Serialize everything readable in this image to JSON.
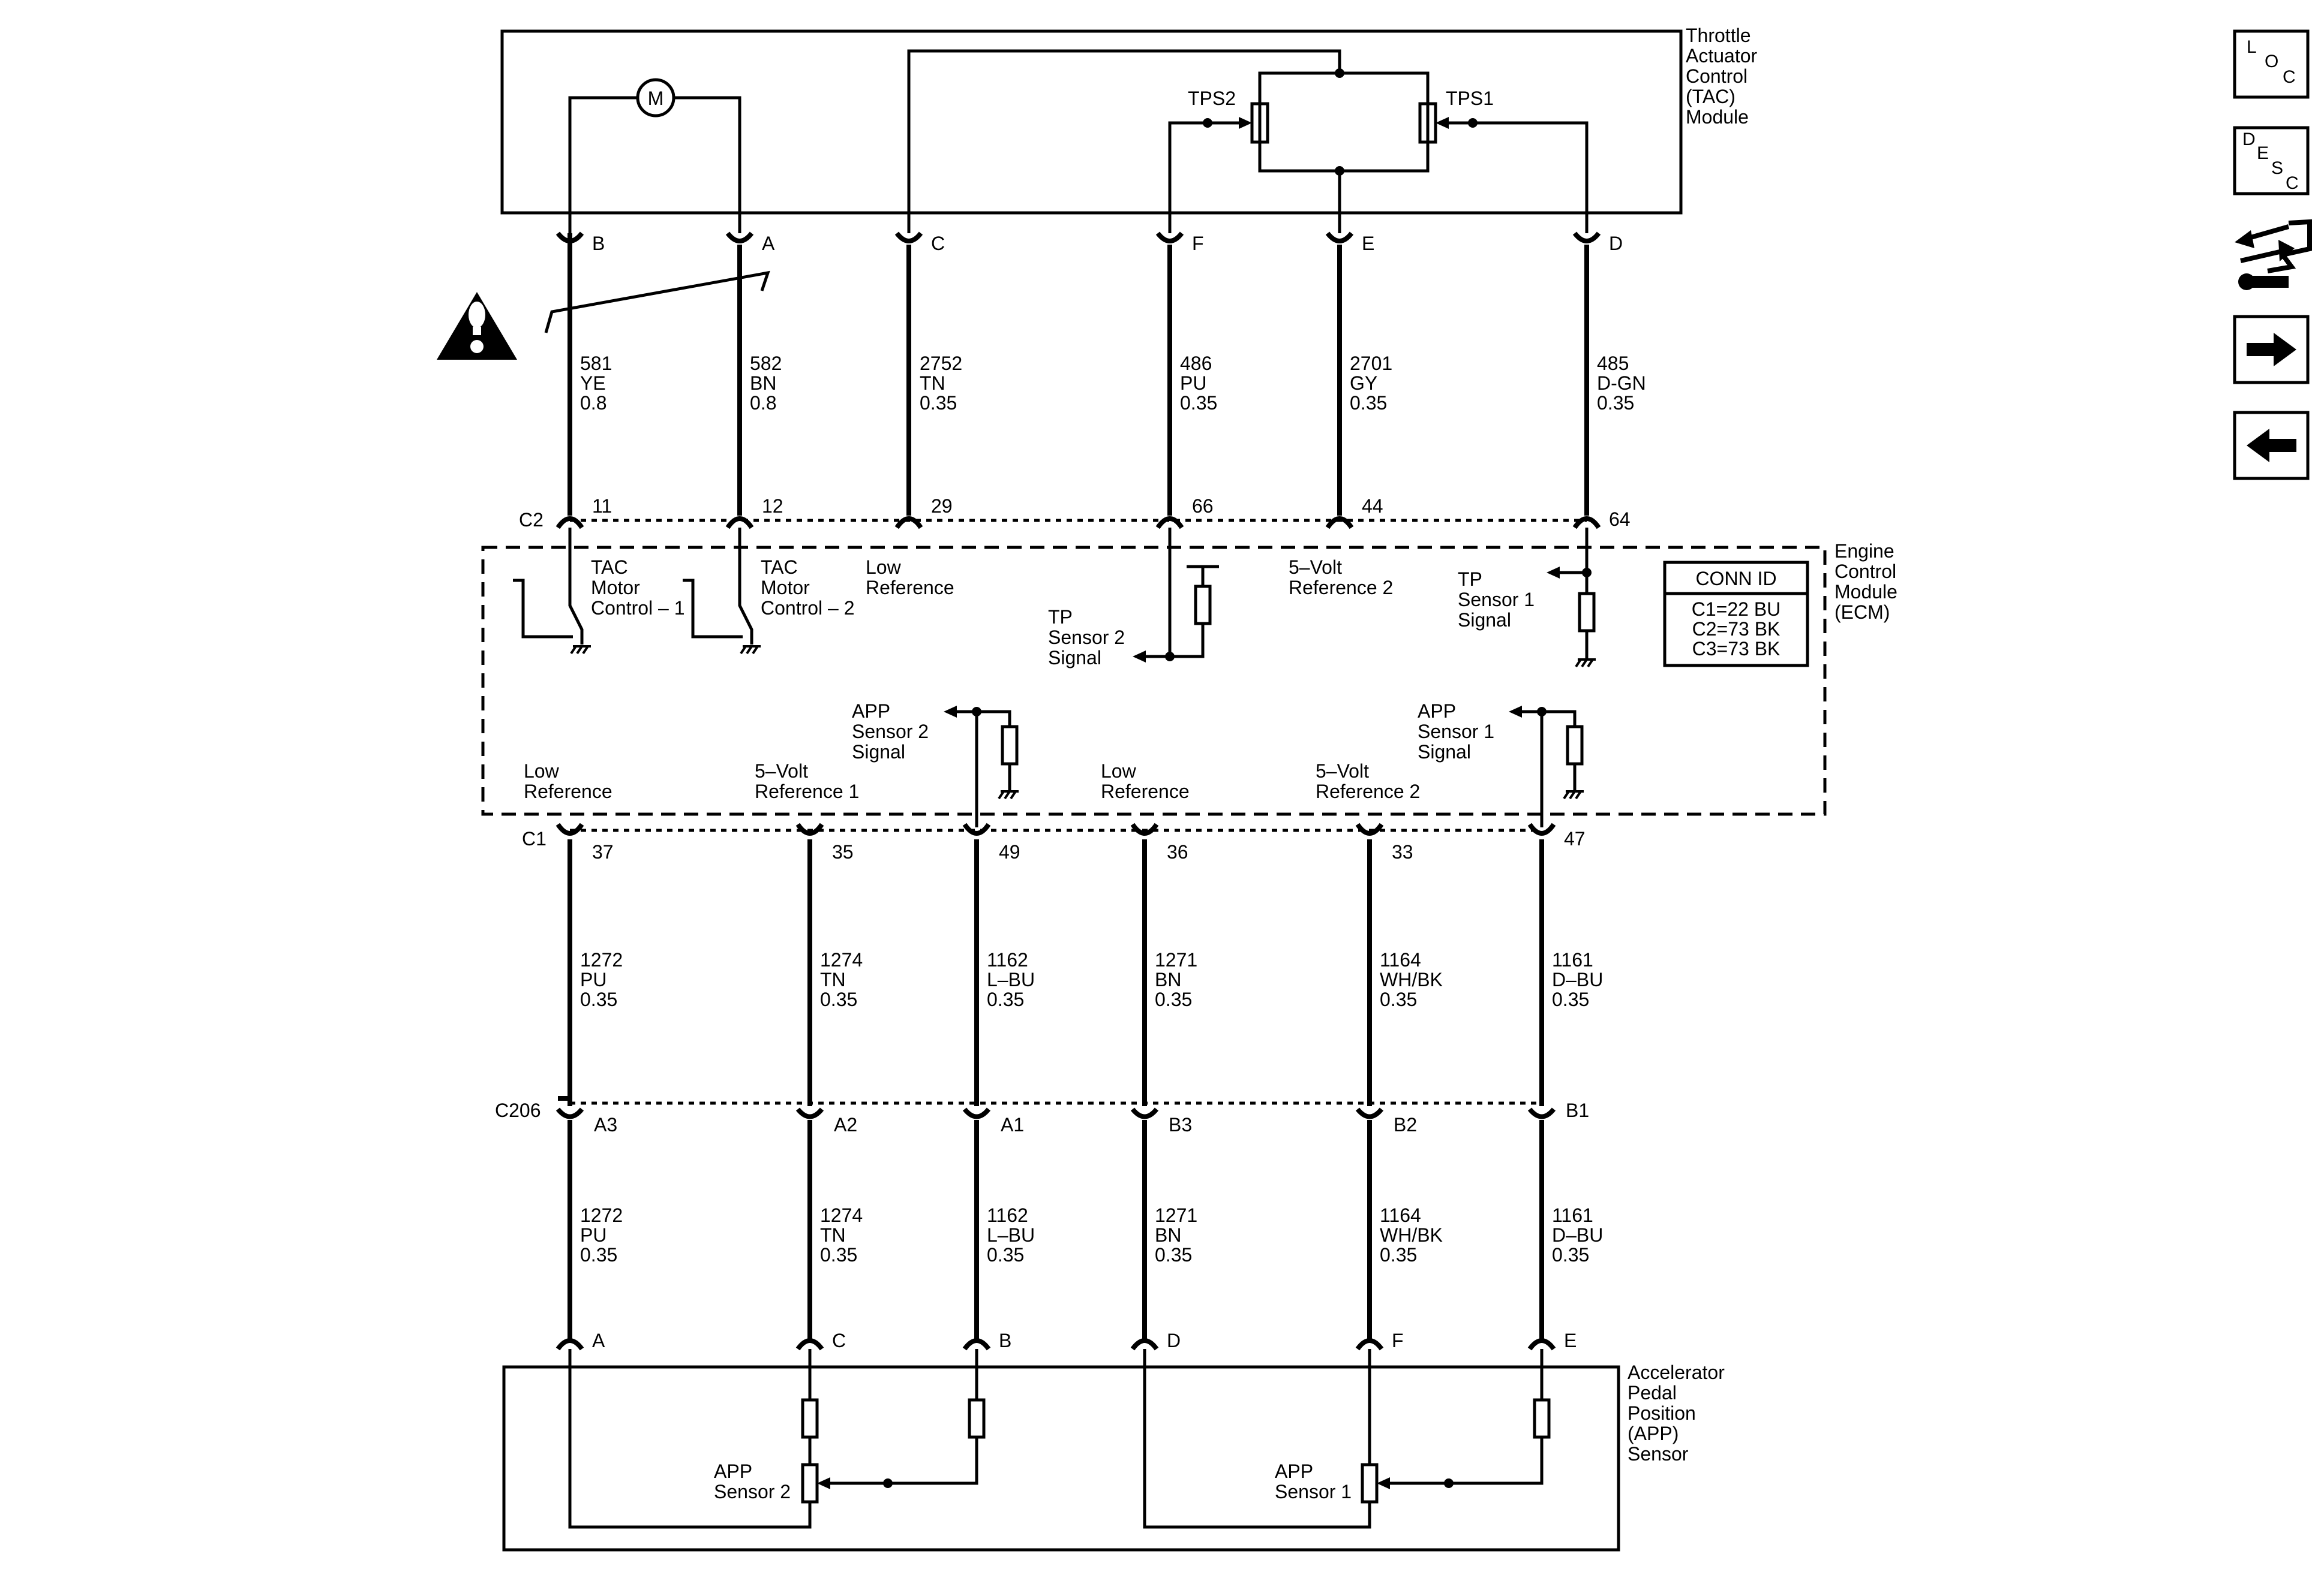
{
  "modules": {
    "tac": [
      "Throttle",
      "Actuator",
      "Control",
      "(TAC)",
      "Module"
    ],
    "ecm": [
      "Engine",
      "Control",
      "Module",
      "(ECM)"
    ],
    "app": [
      "Accelerator",
      "Pedal",
      "Position",
      "(APP)",
      "Sensor"
    ]
  },
  "conn_id": {
    "title": "CONN ID",
    "rows": [
      "C1=22 BU",
      "C2=73 BK",
      "C3=73 BK"
    ]
  },
  "tac": {
    "motor": "M",
    "tps2": "TPS2",
    "tps1": "TPS1",
    "pins": [
      "B",
      "A",
      "C",
      "F",
      "E",
      "D"
    ]
  },
  "upper_wires": [
    {
      "circuit": "581",
      "color": "YE",
      "gauge": "0.8"
    },
    {
      "circuit": "582",
      "color": "BN",
      "gauge": "0.8"
    },
    {
      "circuit": "2752",
      "color": "TN",
      "gauge": "0.35"
    },
    {
      "circuit": "486",
      "color": "PU",
      "gauge": "0.35"
    },
    {
      "circuit": "2701",
      "color": "GY",
      "gauge": "0.35"
    },
    {
      "circuit": "485",
      "color": "D-GN",
      "gauge": "0.35"
    }
  ],
  "c2": {
    "name": "C2",
    "pins": [
      "11",
      "12",
      "29",
      "66",
      "44",
      "64"
    ]
  },
  "ecm_upper_labels": {
    "tac1": [
      "TAC",
      "Motor",
      "Control – 1"
    ],
    "tac2": [
      "TAC",
      "Motor",
      "Control – 2"
    ],
    "lowref": [
      "Low",
      "Reference"
    ],
    "tp2": [
      "TP",
      "Sensor 2",
      "Signal"
    ],
    "vref2": [
      "5–Volt",
      "Reference 2"
    ],
    "tp1": [
      "TP",
      "Sensor 1",
      "Signal"
    ]
  },
  "ecm_lower_labels": {
    "app2": [
      "APP",
      "Sensor 2",
      "Signal"
    ],
    "app1": [
      "APP",
      "Sensor 1",
      "Signal"
    ],
    "low1": [
      "Low",
      "Reference"
    ],
    "vref1": [
      "5–Volt",
      "Reference 1"
    ],
    "low2": [
      "Low",
      "Reference"
    ],
    "vref2": [
      "5–Volt",
      "Reference 2"
    ]
  },
  "c1": {
    "name": "C1",
    "pins": [
      "37",
      "35",
      "49",
      "36",
      "33",
      "47"
    ]
  },
  "mid_wires": [
    {
      "circuit": "1272",
      "color": "PU",
      "gauge": "0.35"
    },
    {
      "circuit": "1274",
      "color": "TN",
      "gauge": "0.35"
    },
    {
      "circuit": "1162",
      "color": "L–BU",
      "gauge": "0.35"
    },
    {
      "circuit": "1271",
      "color": "BN",
      "gauge": "0.35"
    },
    {
      "circuit": "1164",
      "color": "WH/BK",
      "gauge": "0.35"
    },
    {
      "circuit": "1161",
      "color": "D–BU",
      "gauge": "0.35"
    }
  ],
  "c206": {
    "name": "C206",
    "pins": [
      "A3",
      "A2",
      "A1",
      "B3",
      "B2",
      "B1"
    ]
  },
  "lower_wires": [
    {
      "circuit": "1272",
      "color": "PU",
      "gauge": "0.35"
    },
    {
      "circuit": "1274",
      "color": "TN",
      "gauge": "0.35"
    },
    {
      "circuit": "1162",
      "color": "L–BU",
      "gauge": "0.35"
    },
    {
      "circuit": "1271",
      "color": "BN",
      "gauge": "0.35"
    },
    {
      "circuit": "1164",
      "color": "WH/BK",
      "gauge": "0.35"
    },
    {
      "circuit": "1161",
      "color": "D–BU",
      "gauge": "0.35"
    }
  ],
  "app_pins": [
    "A",
    "C",
    "B",
    "D",
    "F",
    "E"
  ],
  "app_sensor_labels": {
    "s2": [
      "APP",
      "Sensor 2"
    ],
    "s1": [
      "APP",
      "Sensor 1"
    ]
  },
  "nav": {
    "loc": [
      "L",
      "O",
      "C"
    ],
    "desc": [
      "D",
      "E",
      "S",
      "C"
    ],
    "icons": [
      "loc-button-icon",
      "desc-button-icon",
      "connector-swap-icon",
      "next-arrow-icon",
      "previous-arrow-icon"
    ]
  }
}
